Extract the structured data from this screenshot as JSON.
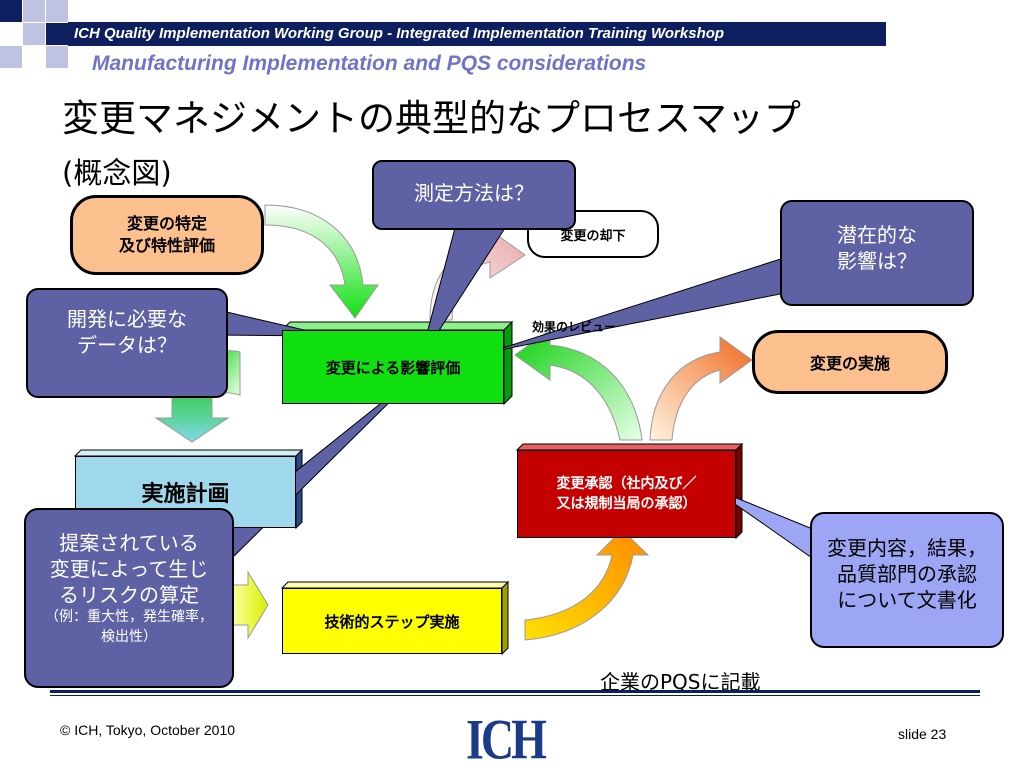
{
  "header": {
    "org": "ICH Quality Implementation Working Group - ",
    "workshop": "Integrated Implementation Training Workshop",
    "subtitle": "Manufacturing Implementation and PQS considerations"
  },
  "slide": {
    "title": "変更マネジメントの典型的なプロセスマップ",
    "subtitle": "(概念図)"
  },
  "process": {
    "identify": [
      "変更の特定",
      "及び特性評価"
    ],
    "reject": "変更の却下",
    "impact": "変更による影響評価",
    "effect_review": "効果のレビュー",
    "plan": "実施計画",
    "approve": [
      "変更承認（社内及び／",
      "又は規制当局の承認）"
    ],
    "technical": "技術的ステップ実施",
    "implement": "変更の実施"
  },
  "callouts": {
    "measure": "測定方法は？",
    "potential": [
      "潜在的な",
      "影響は？"
    ],
    "data": [
      "開発に必要な",
      "データは？"
    ],
    "risk": [
      "提案されている",
      "変更によって生じ",
      "るリスクの算定"
    ],
    "risk_note": [
      "（例：重大性，発生確率，",
      "検出性）"
    ],
    "document": [
      "変更内容，結果，",
      "品質部門の承認",
      "について文書化"
    ]
  },
  "footer": {
    "pqs": "企業のPQSに記載",
    "copyright": "© ICH, Tokyo, October 2010",
    "logo": "ICH",
    "slide": "slide 23"
  },
  "colors": {
    "navy": "#0e1f5f",
    "header_sub": "#6f73c9",
    "peach": "#fbc08e",
    "green": "#10e010",
    "blue_box": "#9fd7ec",
    "red_box": "#c40000",
    "yellow": "#ffff00",
    "callout": "#5e62a4",
    "callout_light": "#9ca6f4"
  }
}
